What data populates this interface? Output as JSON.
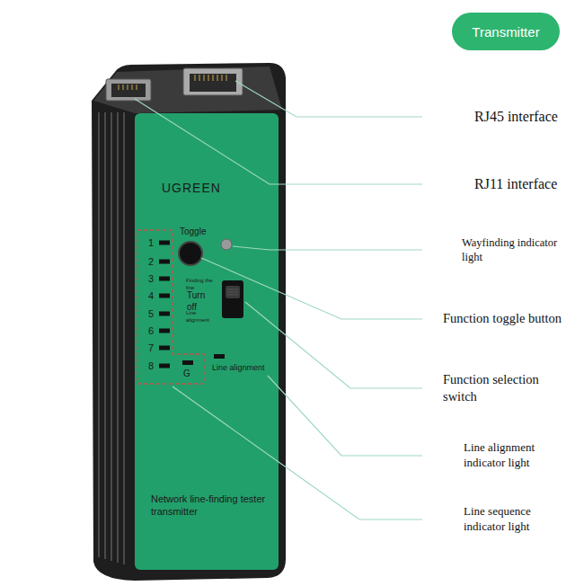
{
  "diagram": {
    "nodes": [
      {
        "text": [
          "Transmitter"
        ]
      }
    ],
    "labels": [
      "RJ45 interface",
      "RJ11 interface",
      "Wayfinding indicator light",
      "Function toggle button",
      "Function selection switch",
      "Line alignment indicator light",
      "Line sequence indicator light",
      "UGREEN",
      "Toggle",
      "Finding the line",
      "Turn off",
      "Line alignment",
      "1",
      "2",
      "3",
      "4",
      "5",
      "6",
      "7",
      "8",
      "G",
      "Line alignment",
      "Network line-finding tester transmitter"
    ]
  }
}
